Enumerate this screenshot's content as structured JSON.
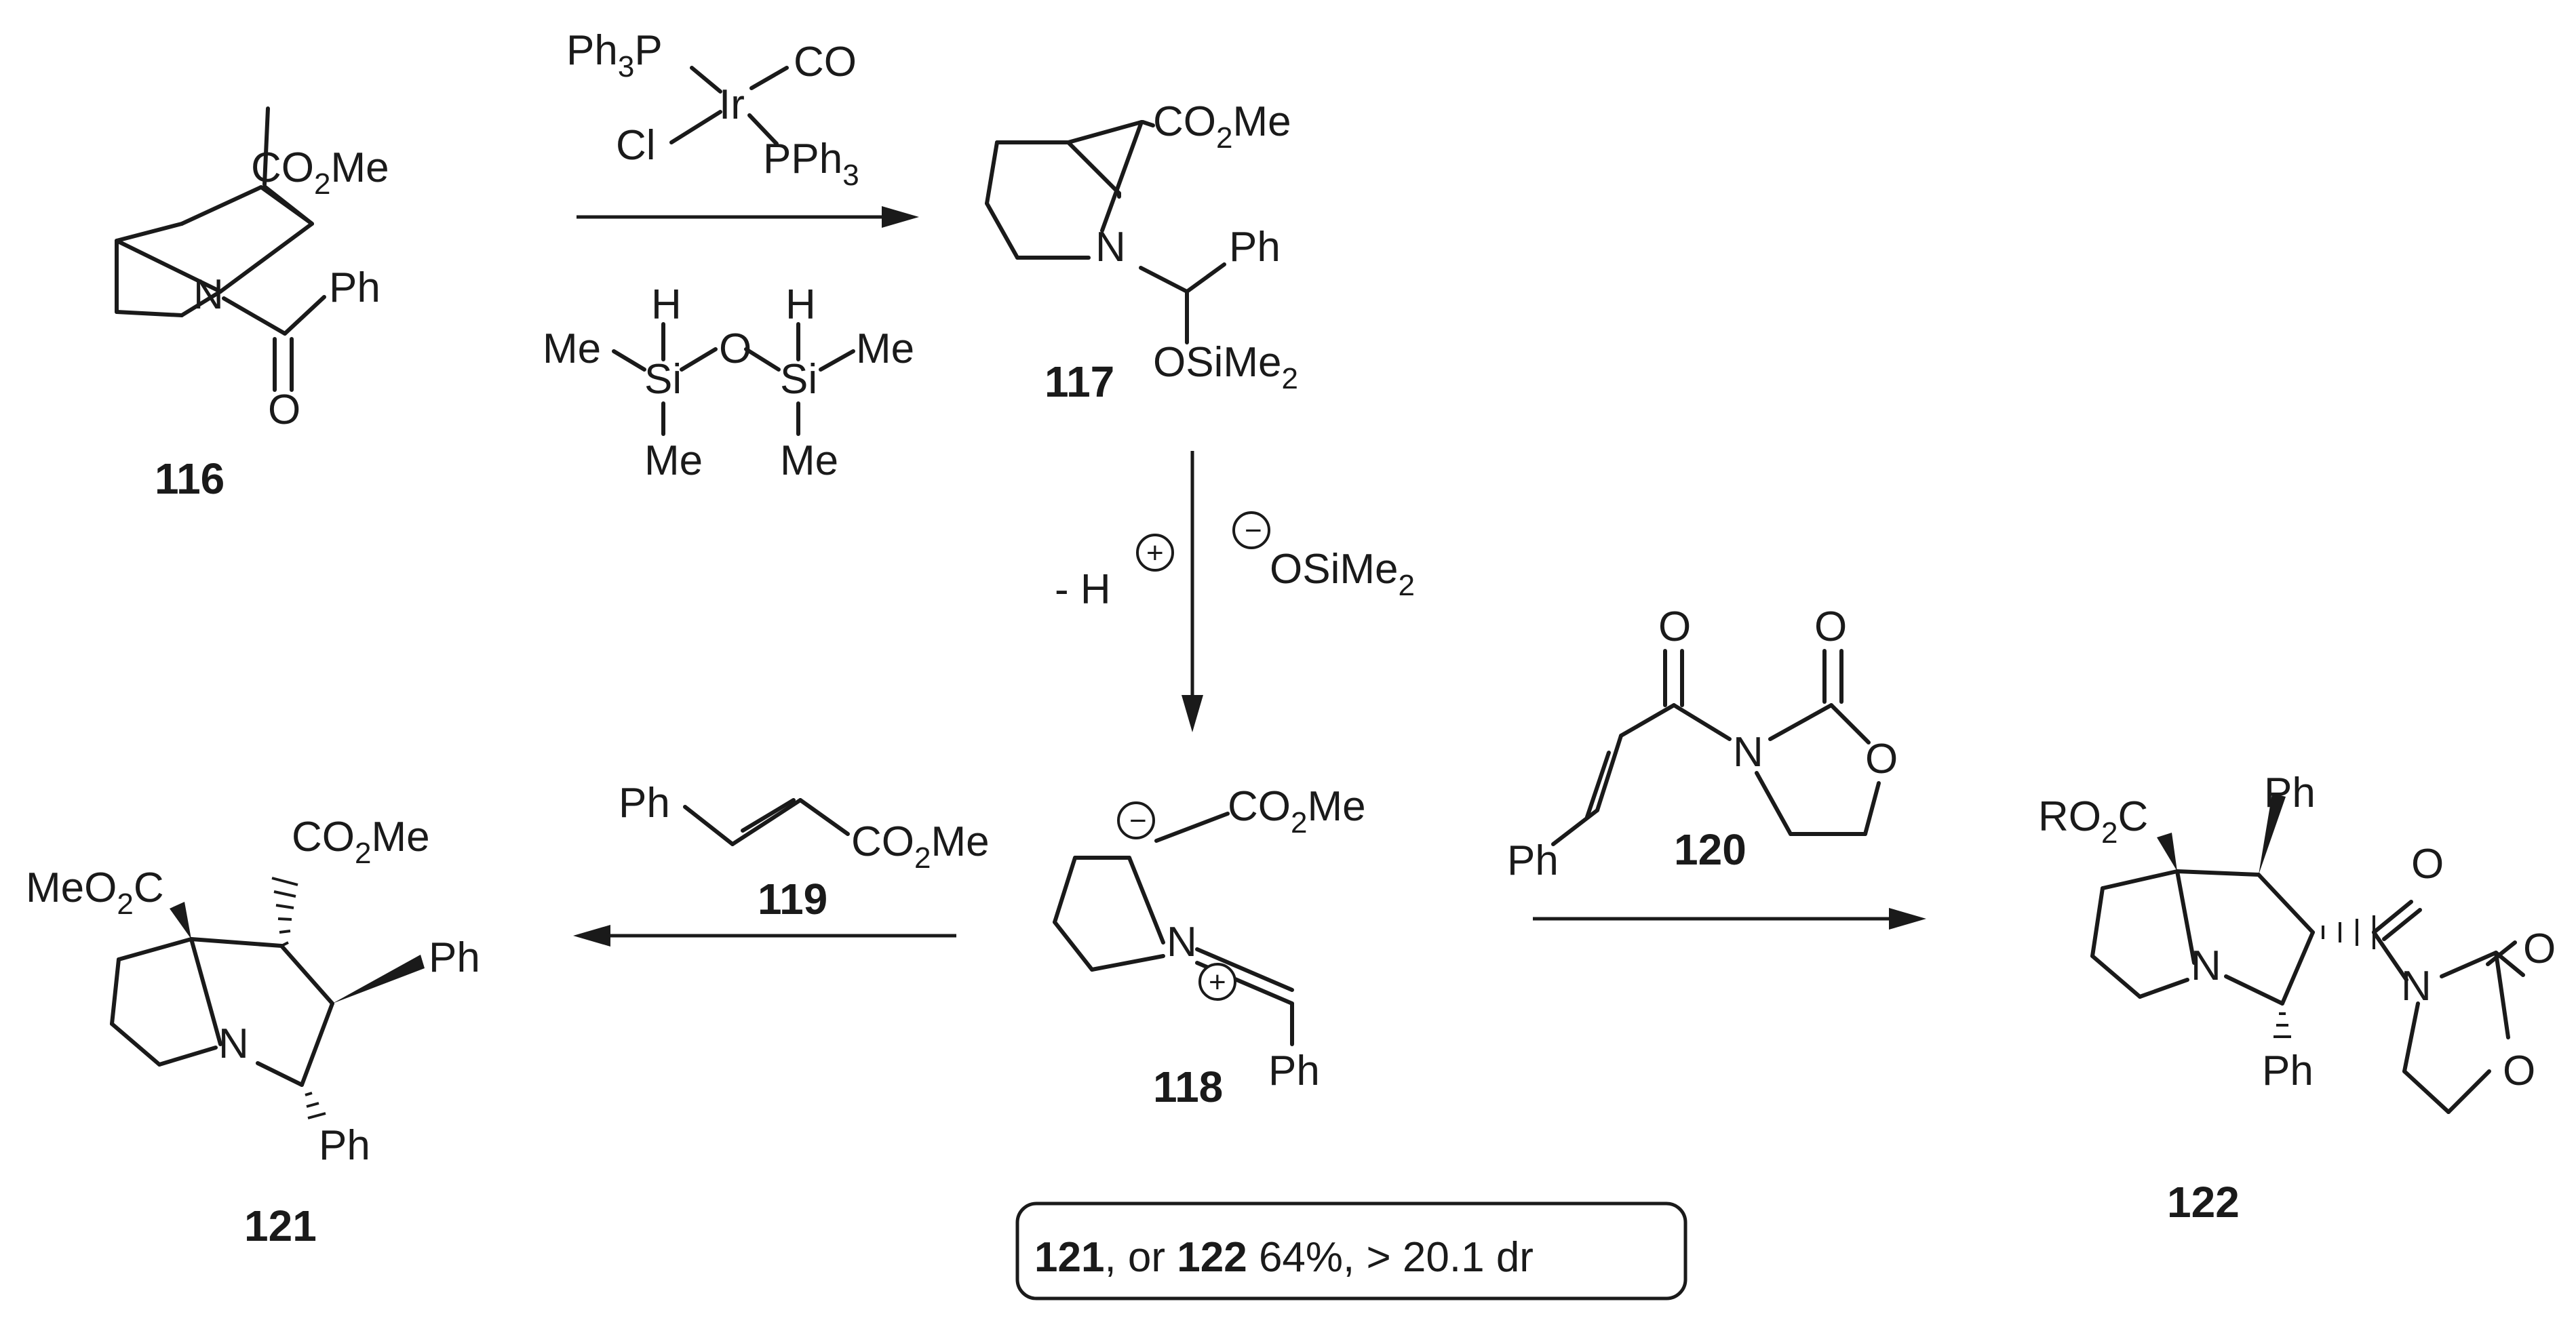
{
  "compound_labels": {
    "c116": "116",
    "c117": "117",
    "c118": "118",
    "c119": "119",
    "c120": "120",
    "c121": "121",
    "c122": "122"
  },
  "reagents": {
    "catalyst": {
      "pph3_top_base": "Ph",
      "pph3_top_sub": "3",
      "pph3_top_p": "P",
      "co": "CO",
      "ir": "Ir",
      "cl": "Cl",
      "pph3_bottom_p": "PPh",
      "pph3_bottom_sub": "3"
    },
    "siloxane": {
      "h1": "H",
      "h2": "H",
      "me_left": "Me",
      "si_left": "Si",
      "o": "O",
      "si_right": "Si",
      "me_right": "Me",
      "me_bottom_left": "Me",
      "me_bottom_right": "Me"
    },
    "step2_left": "- H",
    "step2_right_base": "OSiMe",
    "step2_right_sub": "2"
  },
  "atoms": {
    "co2me_base": "CO",
    "co2me_sub": "2",
    "co2me_tail": "Me",
    "ph": "Ph",
    "n": "N",
    "o": "O",
    "osime2_base": "OSiMe",
    "osime2_sub": "2",
    "meo2c_head": "MeO",
    "meo2c_sub": "2",
    "meo2c_tail": "C",
    "ro2c_head": "RO",
    "ro2c_sub": "2",
    "ro2c_tail": "C"
  },
  "result": {
    "c121": "121",
    "mid": ", or ",
    "c122": "122",
    "tail": " 64%, > 20.1 dr"
  }
}
